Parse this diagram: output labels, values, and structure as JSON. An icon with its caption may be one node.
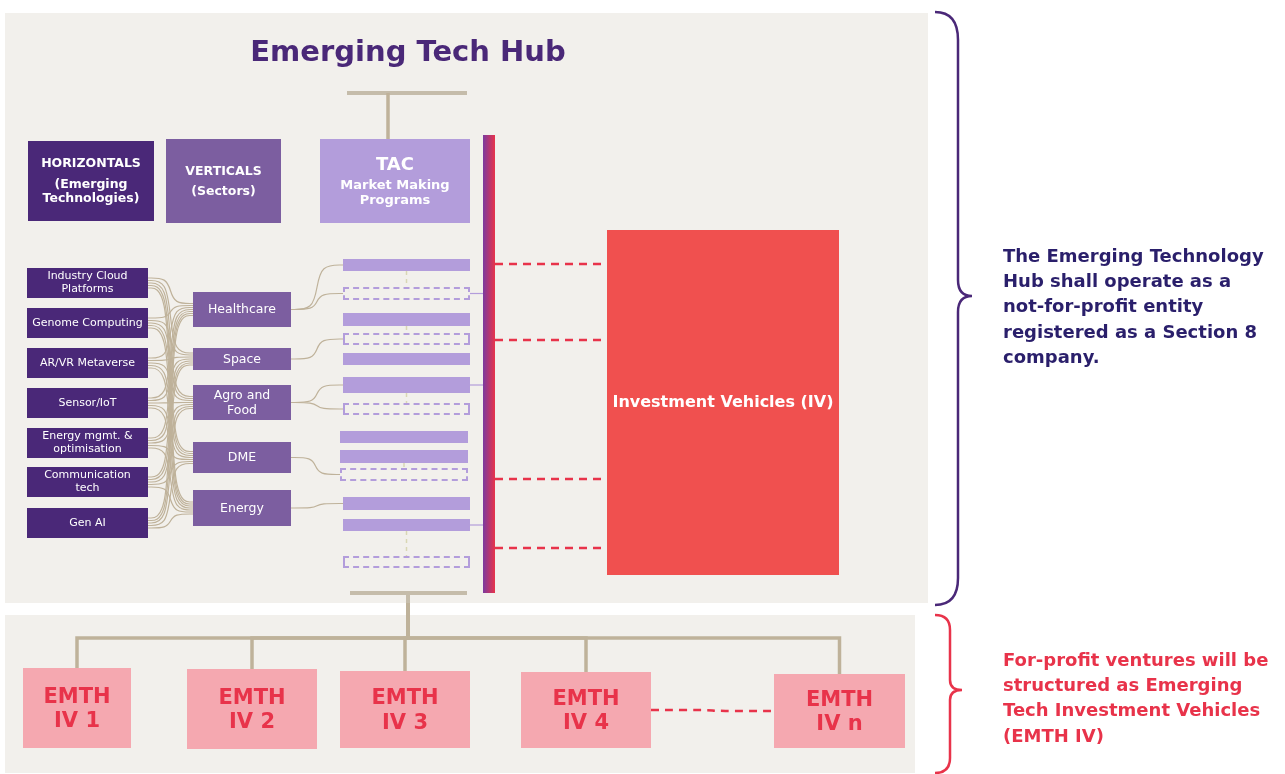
{
  "diagram": {
    "nodes": [
      {
        "text": [
          "Emerging Tech Hub"
        ]
      },
      {
        "text": [
          "HORIZONTALS",
          "(Emerging Technologies)"
        ],
        "in": 0
      },
      {
        "text": [
          "VERTICALS",
          "(Sectors)"
        ],
        "in": 0
      },
      {
        "text": [
          "TAC",
          "Market Making Programs"
        ],
        "in": 0
      },
      {
        "text": [
          "Industry Cloud Platforms"
        ],
        "in": 0
      },
      {
        "text": [
          "Genome Computing"
        ],
        "in": 0
      },
      {
        "text": [
          "AR/VR Metaverse"
        ],
        "in": 0
      },
      {
        "text": [
          "Sensor/IoT"
        ],
        "in": 0
      },
      {
        "text": [
          "Energy mgmt. & optimisation"
        ],
        "in": 0
      },
      {
        "text": [
          "Communication tech"
        ],
        "in": 0
      },
      {
        "text": [
          "Gen AI"
        ],
        "in": 0
      },
      {
        "text": [
          "Healthcare"
        ],
        "in": 0
      },
      {
        "text": [
          "Space"
        ],
        "in": 0
      },
      {
        "text": [
          "Agro and Food"
        ],
        "in": 0
      },
      {
        "text": [
          "DME"
        ],
        "in": 0
      },
      {
        "text": [
          "Energy"
        ],
        "in": 0
      },
      {
        "text": [],
        "shape": "bar",
        "in": 0
      },
      {
        "text": [],
        "shape": "box",
        "in": 0
      },
      {
        "text": [],
        "shape": "bar",
        "in": 0
      },
      {
        "text": [],
        "shape": "box",
        "in": 0
      },
      {
        "text": [],
        "shape": "bar",
        "in": 0
      },
      {
        "text": [],
        "shape": "bar",
        "in": 0
      },
      {
        "text": [],
        "shape": "box",
        "in": 0
      },
      {
        "text": [],
        "shape": "bar",
        "in": 0
      },
      {
        "text": [],
        "shape": "bar",
        "in": 0
      },
      {
        "text": [],
        "shape": "box",
        "in": 0
      },
      {
        "text": [],
        "shape": "bar",
        "in": 0
      },
      {
        "text": [],
        "shape": "bar",
        "in": 0
      },
      {
        "text": [],
        "shape": "box",
        "in": 0
      },
      {
        "text": [],
        "shape": "bar",
        "in": 0
      },
      {
        "text": [
          "Investment Vehicles (IV)"
        ],
        "in": 0
      },
      {
        "text": [],
        "shape": "box"
      },
      {
        "text": [
          "EMTH IV 1"
        ],
        "in": 31
      },
      {
        "text": [
          "EMTH IV 2"
        ],
        "in": 31
      },
      {
        "text": [
          "EMTH IV 3"
        ],
        "in": 31
      },
      {
        "text": [
          "EMTH IV 4"
        ],
        "in": 31
      },
      {
        "text": [
          "EMTH IV n"
        ],
        "in": 31
      }
    ],
    "edges": [
      {
        "from": 4,
        "to": 11,
        "arrow": "none"
      },
      {
        "from": 4,
        "to": 12,
        "arrow": "none"
      },
      {
        "from": 4,
        "to": 13,
        "arrow": "none"
      },
      {
        "from": 4,
        "to": 14,
        "arrow": "none"
      },
      {
        "from": 4,
        "to": 15,
        "arrow": "none"
      },
      {
        "from": 5,
        "to": 11,
        "arrow": "none"
      },
      {
        "from": 5,
        "to": 12,
        "arrow": "none"
      },
      {
        "from": 5,
        "to": 13,
        "arrow": "none"
      },
      {
        "from": 5,
        "to": 14,
        "arrow": "none"
      },
      {
        "from": 5,
        "to": 15,
        "arrow": "none"
      },
      {
        "from": 6,
        "to": 11,
        "arrow": "none"
      },
      {
        "from": 6,
        "to": 12,
        "arrow": "none"
      },
      {
        "from": 6,
        "to": 13,
        "arrow": "none"
      },
      {
        "from": 6,
        "to": 14,
        "arrow": "none"
      },
      {
        "from": 6,
        "to": 15,
        "arrow": "none"
      },
      {
        "from": 7,
        "to": 11,
        "arrow": "none"
      },
      {
        "from": 7,
        "to": 12,
        "arrow": "none"
      },
      {
        "from": 7,
        "to": 13,
        "arrow": "none"
      },
      {
        "from": 7,
        "to": 14,
        "arrow": "none"
      },
      {
        "from": 7,
        "to": 15,
        "arrow": "none"
      },
      {
        "from": 8,
        "to": 11,
        "arrow": "none"
      },
      {
        "from": 8,
        "to": 12,
        "arrow": "none"
      },
      {
        "from": 8,
        "to": 13,
        "arrow": "none"
      },
      {
        "from": 8,
        "to": 14,
        "arrow": "none"
      },
      {
        "from": 8,
        "to": 15,
        "arrow": "none"
      },
      {
        "from": 9,
        "to": 11,
        "arrow": "none"
      },
      {
        "from": 9,
        "to": 12,
        "arrow": "none"
      },
      {
        "from": 9,
        "to": 13,
        "arrow": "none"
      },
      {
        "from": 9,
        "to": 14,
        "arrow": "none"
      },
      {
        "from": 9,
        "to": 15,
        "arrow": "none"
      },
      {
        "from": 10,
        "to": 11,
        "arrow": "none"
      },
      {
        "from": 10,
        "to": 12,
        "arrow": "none"
      },
      {
        "from": 10,
        "to": 13,
        "arrow": "none"
      },
      {
        "from": 10,
        "to": 14,
        "arrow": "none"
      },
      {
        "from": 10,
        "to": 15,
        "arrow": "none"
      },
      {
        "from": 11,
        "to": 16,
        "arrow": "none"
      },
      {
        "from": 11,
        "to": 17,
        "arrow": "none"
      },
      {
        "from": 12,
        "to": 19,
        "arrow": "none"
      },
      {
        "from": 13,
        "to": 21,
        "arrow": "none"
      },
      {
        "from": 13,
        "to": 22,
        "arrow": "none"
      },
      {
        "from": 14,
        "to": 25,
        "arrow": "none"
      },
      {
        "from": 15,
        "to": 26,
        "arrow": "none"
      },
      {
        "from": 16,
        "to": 17,
        "arrow": "none",
        "style": "dashed",
        "color": "#d9d7b4"
      },
      {
        "from": 18,
        "to": 19,
        "arrow": "none",
        "style": "dashed",
        "color": "#d9d7b4"
      },
      {
        "from": 21,
        "to": 22,
        "arrow": "none",
        "style": "dashed",
        "color": "#d9d7b4"
      },
      {
        "from": 24,
        "to": 25,
        "arrow": "none",
        "style": "dashed",
        "color": "#d9d7b4"
      },
      {
        "from": 27,
        "to": 28,
        "arrow": "none",
        "style": "dashed",
        "color": "#d9d7b4"
      },
      {
        "from": 17,
        "to": 29,
        "arrow": "none",
        "color": "#b39ddb"
      },
      {
        "from": 21,
        "to": 29,
        "arrow": "none",
        "color": "#b39ddb"
      },
      {
        "from": 27,
        "to": 29,
        "arrow": "none",
        "color": "#b39ddb"
      },
      {
        "from": 29,
        "to": 30,
        "arrow": "none",
        "style": "dashed",
        "color": "#e8334a"
      },
      {
        "from": 29,
        "to": 30,
        "arrow": "none",
        "style": "dashed",
        "color": "#e8334a"
      },
      {
        "from": 29,
        "to": 30,
        "arrow": "none",
        "style": "dashed",
        "color": "#e8334a"
      },
      {
        "from": 29,
        "to": 30,
        "arrow": "none",
        "style": "dashed",
        "color": "#e8334a"
      },
      {
        "from": null,
        "to": 3,
        "arrow": "none",
        "style": "thick"
      },
      {
        "from": 0,
        "to": 32,
        "arrow": "none",
        "style": "thick"
      },
      {
        "from": 0,
        "to": 33,
        "arrow": "none",
        "style": "thick"
      },
      {
        "from": 0,
        "to": 34,
        "arrow": "none",
        "style": "thick"
      },
      {
        "from": 0,
        "to": 35,
        "arrow": "none",
        "style": "thick"
      },
      {
        "from": 0,
        "to": 36,
        "arrow": "none",
        "style": "thick"
      },
      {
        "from": 35,
        "to": 36,
        "arrow": "none",
        "style": "dashed",
        "color": "#e8334a"
      }
    ],
    "labels": [
      "The Emerging Technology Hub shall operate as a not-for-profit entity registered as a Section 8 company.",
      "For-profit ventures will be structured as Emerging Tech Investment Vehicles (EMTH IV)"
    ]
  }
}
